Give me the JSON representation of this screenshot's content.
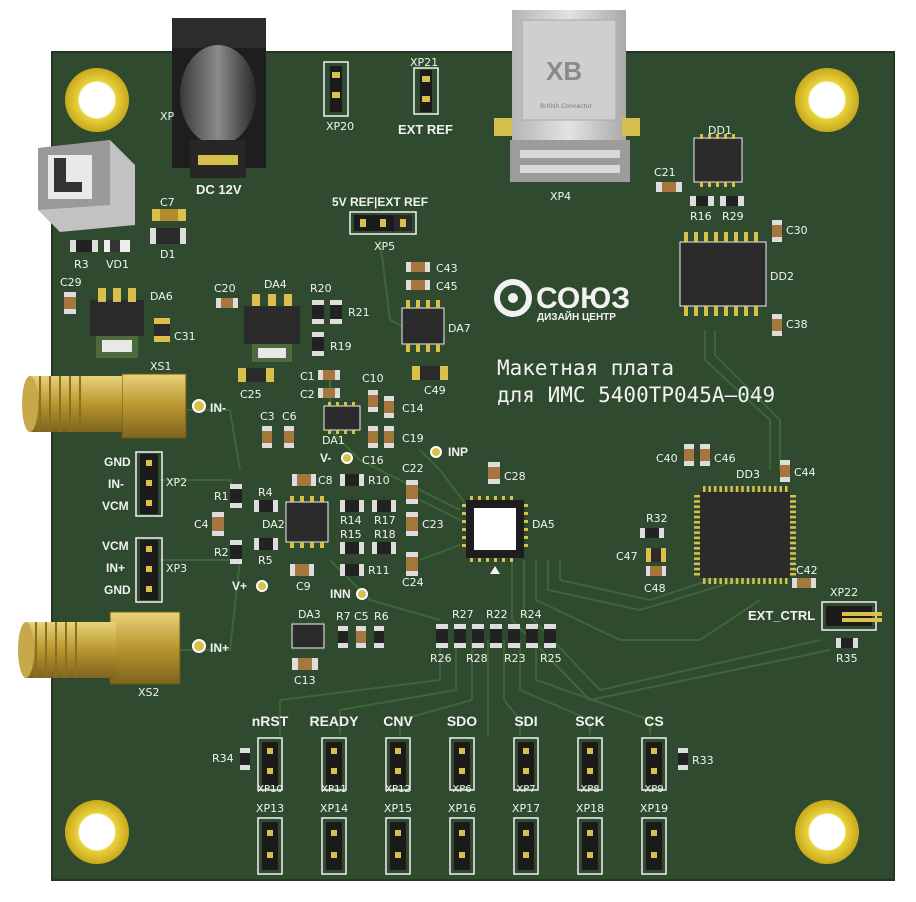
{
  "brand": {
    "name": "СОЮЗ",
    "tagline": "ДИЗАЙН ЦЕНТР"
  },
  "board_title": {
    "line1": "Макетная плата",
    "line2": "для ИМС 5400ТР045А–049"
  },
  "connectors": {
    "power": {
      "ref": "XP",
      "label": "DC 12V"
    },
    "rj45": {
      "ref": "XP4",
      "logo_text": "British Connector"
    },
    "xp20": "XP20",
    "xp21": "XP21",
    "ext_ref": "EXT REF",
    "xp5": "XP5",
    "ref_select": "5V REF|EXT REF",
    "xs1": "XS1",
    "xs2": "XS2",
    "xp2": "XP2",
    "xp3": "XP3",
    "xp22": "XP22",
    "ext_ctrl": "EXT_CTRL"
  },
  "pin_headers": {
    "xp2_pins": [
      "GND",
      "IN-",
      "VCM"
    ],
    "xp3_pins": [
      "VCM",
      "IN+",
      "GND"
    ]
  },
  "testpoints": {
    "in_minus": "IN-",
    "in_plus": "IN+",
    "v_minus": "V-",
    "v_plus": "V+",
    "inp": "INP",
    "inn": "INN"
  },
  "chips": {
    "dd1": "DD1",
    "dd2": "DD2",
    "dd3": "DD3",
    "da1": "DA1",
    "da2": "DA2",
    "da3": "DA3",
    "da4": "DA4",
    "da5": "DA5",
    "da6": "DA6",
    "da7": "DA7",
    "d1": "D1",
    "vd1": "VD1"
  },
  "passives": {
    "c7": "C7",
    "r3": "R3",
    "c29": "C29",
    "c31": "C31",
    "c20": "C20",
    "r20": "R20",
    "r21": "R21",
    "r19": "R19",
    "c25": "C25",
    "c43": "C43",
    "c45": "C45",
    "c49": "C49",
    "c1": "C1",
    "c2": "C2",
    "c10": "C10",
    "c14": "C14",
    "c3": "C3",
    "c6": "C6",
    "c19": "C19",
    "c16": "C16",
    "c21": "C21",
    "r16": "R16",
    "r29": "R29",
    "c30": "C30",
    "c38": "C38",
    "c28": "C28",
    "c22": "C22",
    "c8": "C8",
    "r10": "R10",
    "r14": "R14",
    "r17": "R17",
    "c23": "C23",
    "r15": "R15",
    "r18": "R18",
    "r11": "R11",
    "c24": "C24",
    "c9": "C9",
    "r1": "R1",
    "r4": "R4",
    "c4": "C4",
    "r2": "R2",
    "r5": "R5",
    "r7": "R7",
    "c5": "C5",
    "r6": "R6",
    "c13": "C13",
    "r27": "R27",
    "r22": "R22",
    "r24": "R24",
    "r26": "R26",
    "r28": "R28",
    "r23": "R23",
    "r25": "R25",
    "c40": "C40",
    "c46": "C46",
    "c44": "C44",
    "r32": "R32",
    "c47": "C47",
    "c48": "C48",
    "c42": "C42",
    "r35": "R35",
    "r34": "R34",
    "r33": "R33"
  },
  "signal_headers": [
    {
      "signal": "nRST",
      "ref": "XP10"
    },
    {
      "signal": "READY",
      "ref": "XP11"
    },
    {
      "signal": "CNV",
      "ref": "XP12"
    },
    {
      "signal": "SDO",
      "ref": "XP6"
    },
    {
      "signal": "SDI",
      "ref": "XP7"
    },
    {
      "signal": "SCK",
      "ref": "XP8"
    },
    {
      "signal": "CS",
      "ref": "XP9"
    }
  ],
  "ground_headers": [
    "XP13",
    "XP14",
    "XP15",
    "XP16",
    "XP17",
    "XP18",
    "XP19"
  ],
  "colors": {
    "pcb": "#2f4a2f",
    "silk": "#f2f2f2",
    "gold": "#d9c04a",
    "chip": "#2b2b2b",
    "copper_trace": "#3f5f3a"
  }
}
